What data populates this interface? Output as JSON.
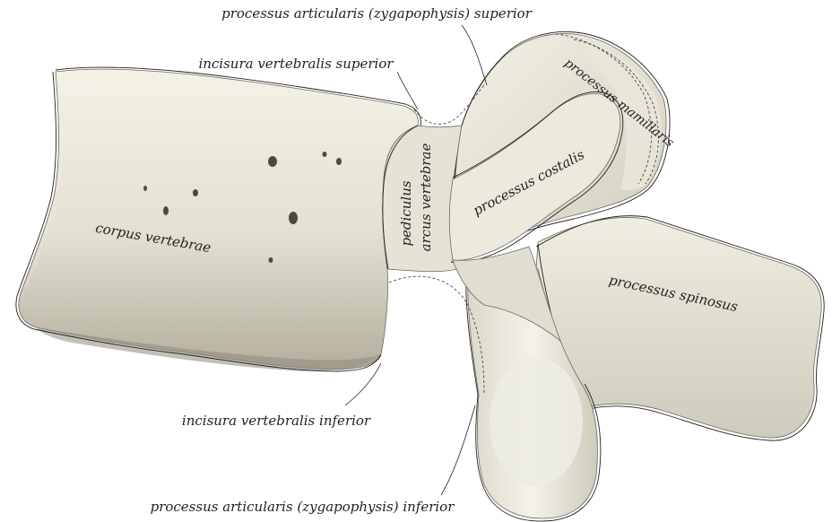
{
  "diagram": {
    "colors": {
      "bone_light": "#f2efe4",
      "bone_mid": "#dcd8c9",
      "bone_shadow": "#a8a493",
      "bone_dark": "#6b6a5f",
      "outline": "#1f1f1f",
      "label": "#222222",
      "background": "#ffffff"
    },
    "labels": {
      "processus_articularis_superior": "processus articularis (zygapophysis) superior",
      "incisura_vertebralis_superior": "incisura vertebralis superior",
      "processus_mamillaris": "processus mamillaris",
      "pediculus_line1": "pediculus",
      "pediculus_line2": "arcus vertebrae",
      "processus_costalis": "processus costalis",
      "corpus_vertebrae": "corpus vertebrae",
      "processus_spinosus": "processus spinosus",
      "incisura_vertebralis_inferior": "incisura vertebralis inferior",
      "processus_articularis_inferior": "processus articularis (zygapophysis) inferior"
    }
  }
}
